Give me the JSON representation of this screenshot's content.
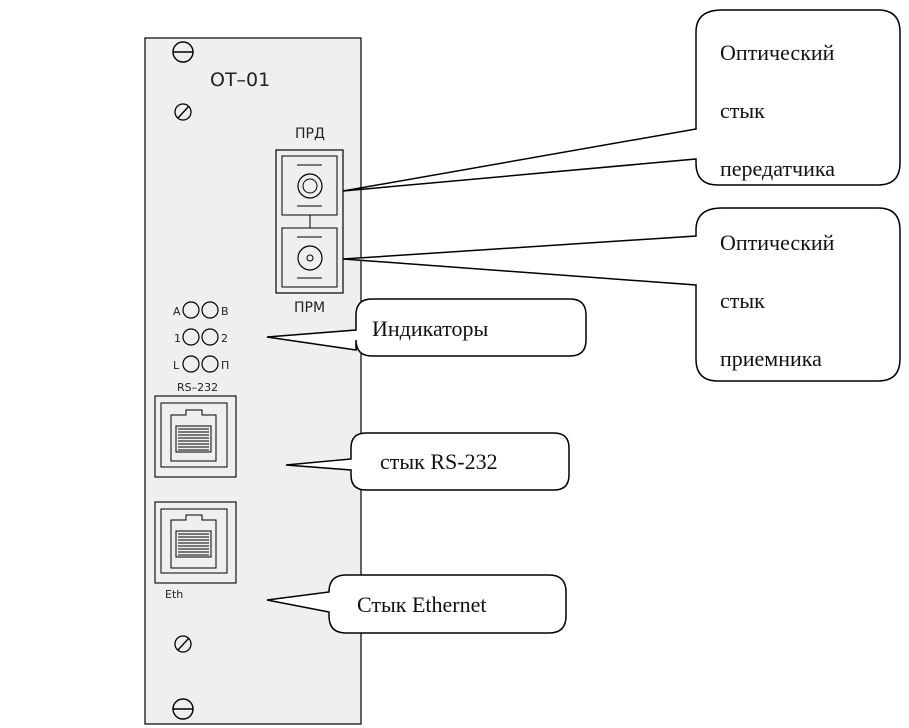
{
  "module": {
    "name": "OT–01",
    "tx_label": "ПРД",
    "rx_label": "ПРМ",
    "led_labels": {
      "row1_left": "A",
      "row1_right": "B",
      "row2_left": "1",
      "row2_right": "2",
      "row3_left": "L",
      "row3_right": "П"
    },
    "rs232_label": "RS–232",
    "eth_label": "Eth"
  },
  "callouts": {
    "tx": [
      "Оптический",
      "стык",
      "передатчика"
    ],
    "rx": [
      "Оптический",
      "стык",
      "приемника"
    ],
    "indicators": "Индикаторы",
    "rs232": "стык RS-232",
    "ethernet": "Стык Ethernet"
  },
  "colors": {
    "panel_fill": "#efefef",
    "stroke": "#000000",
    "background": "#ffffff"
  }
}
